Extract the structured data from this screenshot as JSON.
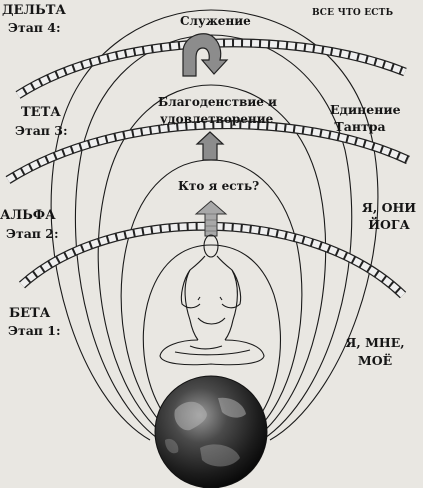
{
  "left_labels": {
    "delta": {
      "name": "ДЕЛЬТА",
      "stage": "Этап 4:"
    },
    "theta": {
      "name": "ТЕТА",
      "stage": "Этап 3:"
    },
    "alpha": {
      "name": "АЛЬФА",
      "stage": "Этап 2:"
    },
    "beta": {
      "name": "БЕТА",
      "stage": "Этап 1:"
    }
  },
  "center_labels": {
    "service": "Служение",
    "bliss_line1": "Благоденствие и",
    "bliss_line2": "удовлетворение",
    "who_am_i": "Кто я есть?"
  },
  "right_labels": {
    "all_that_is": "ВСЕ ЧТО ЕСТЬ",
    "unity_line1": "Единение",
    "unity_line2": "Тантра",
    "they_line1": "Я, ОНИ",
    "they_line2": "ЙОГА",
    "me_line1": "Я, МНЕ,",
    "me_line2": "МОЁ"
  },
  "colors": {
    "background": "#e9e7e2",
    "ink": "#151515",
    "arrow_fill": "#8c8c8c"
  }
}
